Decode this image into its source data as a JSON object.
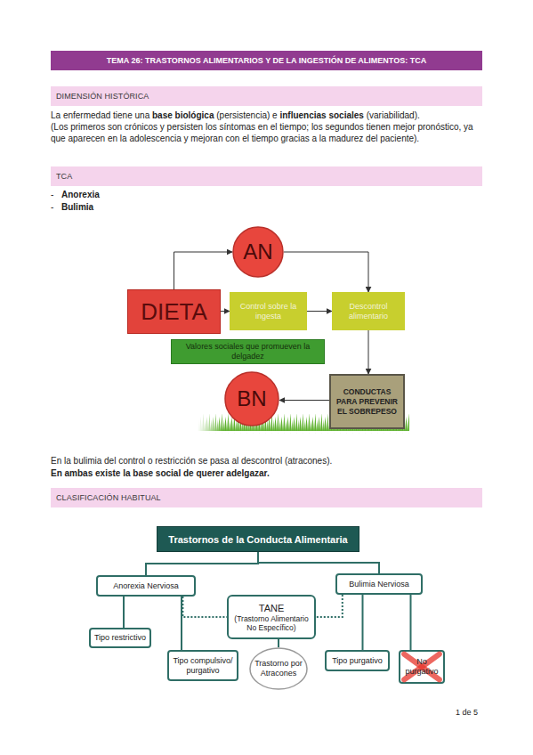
{
  "diagram": {
    "title": "TEMA 26: TRASTORNOS ALIMENTARIOS Y DE LA INGESTIÓN DE ALIMENTOS: TCA",
    "nodes": [
      {
        "text": [
          "DIMENSIÓN HISTÓRICA"
        ]
      },
      {
        "text": [
          "TCA"
        ]
      },
      {
        "text": [
          "AN"
        ]
      },
      {
        "text": [
          "DIETA"
        ]
      },
      {
        "text": [
          "Control sobre la ingesta"
        ]
      },
      {
        "text": [
          "Descontrol alimentario"
        ]
      },
      {
        "text": [
          "Valores sociales que promueven la delgadez"
        ]
      },
      {
        "text": [
          "BN"
        ]
      },
      {
        "text": [
          "CONDUCTAS PARA PREVENIR EL SOBREPESO"
        ]
      },
      {
        "text": [
          "CLASIFICACIÓN HABITUAL"
        ]
      },
      {
        "text": [
          "Trastornos de la Conducta Alimentaria"
        ]
      },
      {
        "text": [
          "Anorexia Nerviosa"
        ]
      },
      {
        "text": [
          "TANE",
          "(Trastorno Alimentario No Específico)"
        ]
      },
      {
        "text": [
          "Bulimia Nerviosa"
        ]
      },
      {
        "text": [
          "Tipo restrictivo"
        ]
      },
      {
        "text": [
          "Tipo compulsivo/ purgativo"
        ]
      },
      {
        "text": [
          "Trastorno por Atracones"
        ]
      },
      {
        "text": [
          "Tipo purgativo"
        ]
      },
      {
        "text": [
          "No purgativo"
        ]
      }
    ],
    "edges": [
      {
        "from": 3,
        "to": 2,
        "arrow": "to"
      },
      {
        "from": 2,
        "to": 5,
        "arrow": "to"
      },
      {
        "from": 3,
        "to": 4,
        "arrow": "to"
      },
      {
        "from": 4,
        "to": 5,
        "arrow": "to"
      },
      {
        "from": 5,
        "to": 8,
        "arrow": "to"
      },
      {
        "from": 8,
        "to": 7,
        "arrow": "to"
      },
      {
        "from": 10,
        "to": 11,
        "arrow": "none"
      },
      {
        "from": 10,
        "to": 13,
        "arrow": "none"
      },
      {
        "from": 11,
        "to": 14,
        "arrow": "none"
      },
      {
        "from": 11,
        "to": 15,
        "arrow": "none"
      },
      {
        "from": 11,
        "to": 12,
        "arrow": "none"
      },
      {
        "from": 13,
        "to": 12,
        "arrow": "none"
      },
      {
        "from": 12,
        "to": 16,
        "arrow": "none"
      },
      {
        "from": 13,
        "to": 17,
        "arrow": "none"
      },
      {
        "from": 13,
        "to": 18,
        "arrow": "none"
      }
    ],
    "labels": [
      "La enfermedad tiene una",
      "base biológica",
      "(persistencia) e",
      "influencias sociales",
      "(variabilidad).",
      "(Los primeros son crónicos y persisten los síntomas en el tiempo; los segundos tienen mejor pronóstico, ya que aparecen en la adolescencia y mejoran con el tiempo gracias a la madurez del paciente).",
      "-",
      "Anorexia",
      "-",
      "Bulimia",
      "En la bulimia del control o restricción se pasa al descontrol (atracones).",
      "En ambas existe la base social de querer adelgazar.",
      "1 de 5"
    ]
  }
}
